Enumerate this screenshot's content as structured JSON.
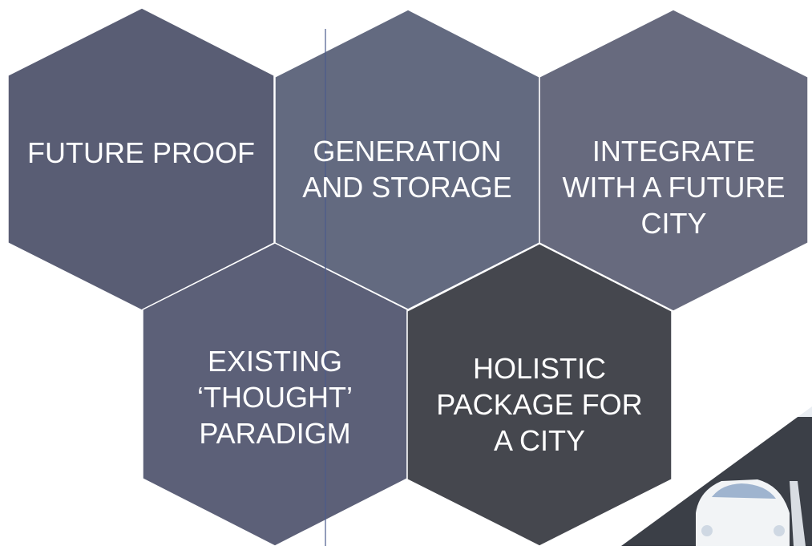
{
  "diagram": {
    "hexagons": [
      {
        "id": "future-proof",
        "label": "FUTURE PROOF",
        "color": "#595d74"
      },
      {
        "id": "generation-storage",
        "label": "GENERATION\nAND STORAGE",
        "color": "#636a80"
      },
      {
        "id": "integrate-future-city",
        "label": "INTEGRATE\nWITH A FUTURE\nCITY",
        "color": "#676a7e"
      },
      {
        "id": "existing-thought-paradigm",
        "label": "EXISTING\n‘THOUGHT’\nPARADIGM",
        "color": "#5c6078"
      },
      {
        "id": "holistic-package",
        "label": "HOLISTIC\nPACKAGE FOR\nA CITY",
        "color": "#45474e"
      }
    ],
    "edge_color": "#ffffff",
    "divider_color": "#4a5a8c",
    "corner_photo": {
      "description_icon": "car-photo",
      "sky_color": "#e9edf2",
      "road_color": "#3b3f47",
      "car_color": "#f2f4f6"
    }
  }
}
